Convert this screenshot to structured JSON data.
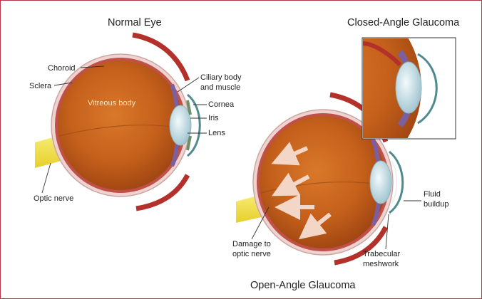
{
  "titles": {
    "normal": "Normal Eye",
    "closed": "Closed-Angle Glaucoma",
    "open": "Open-Angle Glaucoma"
  },
  "labels": {
    "choroid": "Choroid",
    "sclera": "Sclera",
    "vitreous": "Vitreous body",
    "ciliary_1": "Ciliary body",
    "ciliary_2": "and muscle",
    "cornea": "Cornea",
    "iris": "Iris",
    "lens": "Lens",
    "optic_nerve": "Optic nerve",
    "fluid_1": "Fluid",
    "fluid_2": "buildup",
    "damage_1": "Damage to",
    "damage_2": "optic nerve",
    "trab_1": "Trabecular",
    "trab_2": "meshwork"
  },
  "colors": {
    "frame_border": "#b7374a",
    "eyeball": "#c8651c",
    "sclera_rim": "#d98a8a",
    "nerve": "#f3e24a",
    "lens": "#cfe4ea",
    "iris": "#7c5f9e",
    "arrow": "#f3d6c6"
  }
}
